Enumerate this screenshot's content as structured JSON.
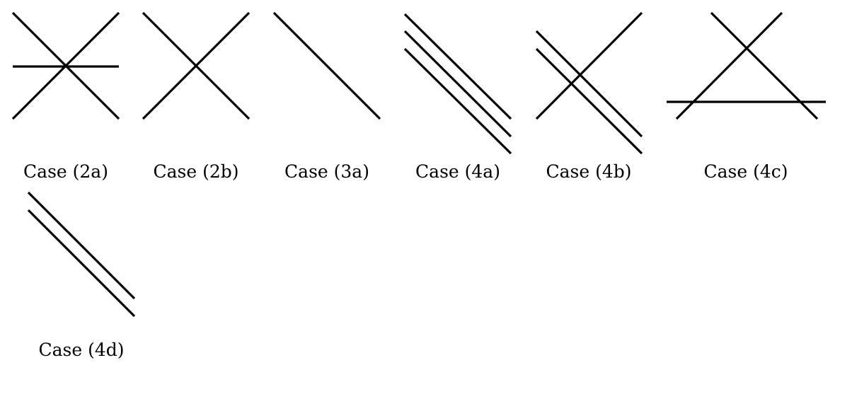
{
  "figure": {
    "cases": [
      {
        "id": "case-2a",
        "caption": "Case (2a)",
        "lines": 3
      },
      {
        "id": "case-2b",
        "caption": "Case (2b)",
        "lines": 2
      },
      {
        "id": "case-3a",
        "caption": "Case (3a)",
        "lines": 1
      },
      {
        "id": "case-4a",
        "caption": "Case (4a)",
        "lines": 3
      },
      {
        "id": "case-4b",
        "caption": "Case (4b)",
        "lines": 3
      },
      {
        "id": "case-4c",
        "caption": "Case (4c)",
        "lines": 3
      },
      {
        "id": "case-4d",
        "caption": "Case (4d)",
        "lines": 2
      }
    ]
  }
}
